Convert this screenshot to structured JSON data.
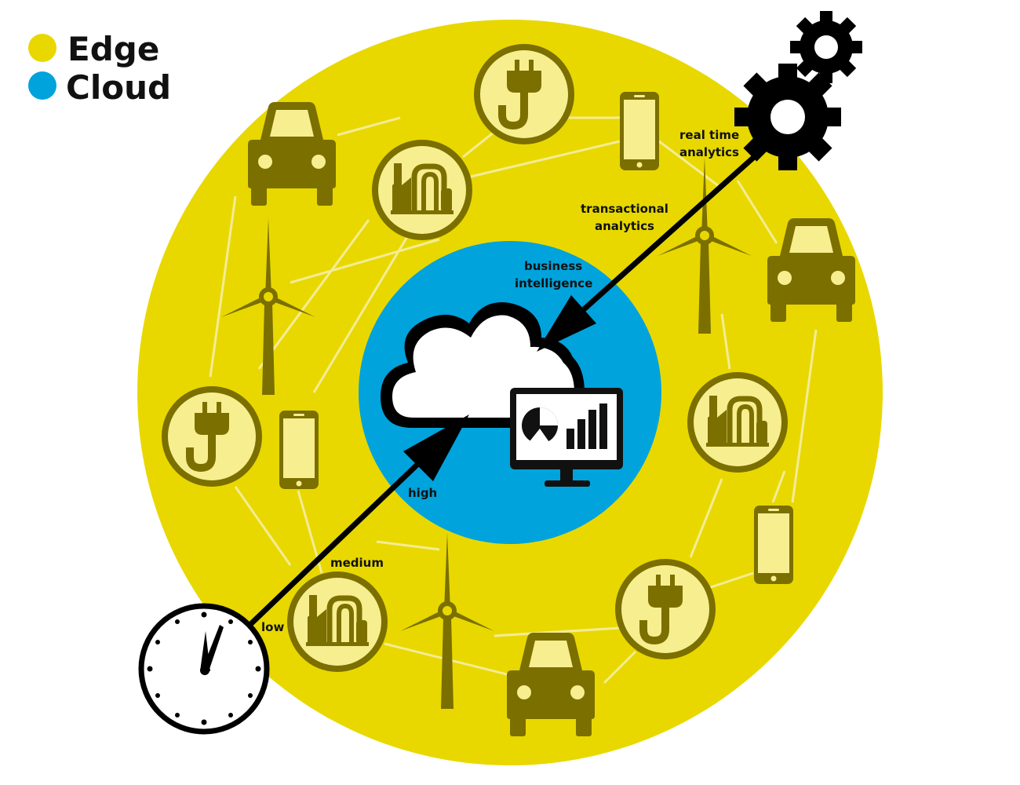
{
  "legend": {
    "edge_label": "Edge",
    "cloud_label": "Cloud",
    "edge_color": "#e8d800",
    "cloud_color": "#00a3dc"
  },
  "timeline": {
    "low": "low",
    "medium": "medium",
    "high": "high"
  },
  "analytics": {
    "realtime_line1": "real time",
    "realtime_line2": "analytics",
    "transactional_line1": "transactional",
    "transactional_line2": "analytics",
    "bi_line1": "business",
    "bi_line2": "intelligence"
  },
  "icons": {
    "cloud": "cloud-icon",
    "monitor": "dashboard-monitor-icon",
    "clock": "clock-icon",
    "gears": "gears-icon",
    "car": "car-icon",
    "factory": "factory-icon",
    "plug": "power-plug-icon",
    "phone": "smartphone-icon",
    "turbine": "wind-turbine-icon"
  },
  "colors": {
    "icon_dark": "#7b6f00",
    "icon_light": "#f7ee90",
    "connector": "#f4ec96"
  }
}
